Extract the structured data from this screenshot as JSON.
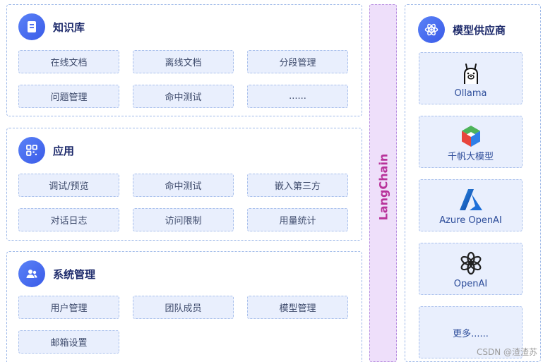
{
  "knowledge_base": {
    "title": "知识库",
    "items": [
      "在线文档",
      "离线文档",
      "分段管理",
      "问题管理",
      "命中测试",
      "......"
    ]
  },
  "application": {
    "title": "应用",
    "items": [
      "调试/预览",
      "命中测试",
      "嵌入第三方",
      "对话日志",
      "访问限制",
      "用量统计"
    ]
  },
  "system_management": {
    "title": "系统管理",
    "items": [
      "用户管理",
      "团队成员",
      "模型管理",
      "邮箱设置"
    ]
  },
  "framework": {
    "label": "LangChain"
  },
  "model_providers": {
    "title": "模型供应商",
    "items": [
      {
        "name": "Ollama",
        "icon": "llama-icon"
      },
      {
        "name": "千帆大模型",
        "icon": "qianfan-cube-icon"
      },
      {
        "name": "Azure OpenAI",
        "icon": "azure-a-icon"
      },
      {
        "name": "OpenAI",
        "icon": "openai-knot-icon"
      },
      {
        "name": "更多......",
        "icon": ""
      }
    ]
  },
  "watermark": "CSDN @渣渣苏",
  "colors": {
    "accent": "#4a6cf0",
    "chip_bg": "#e9effd",
    "langchain_bg": "#eedffa",
    "langchain_text": "#b8329a"
  }
}
